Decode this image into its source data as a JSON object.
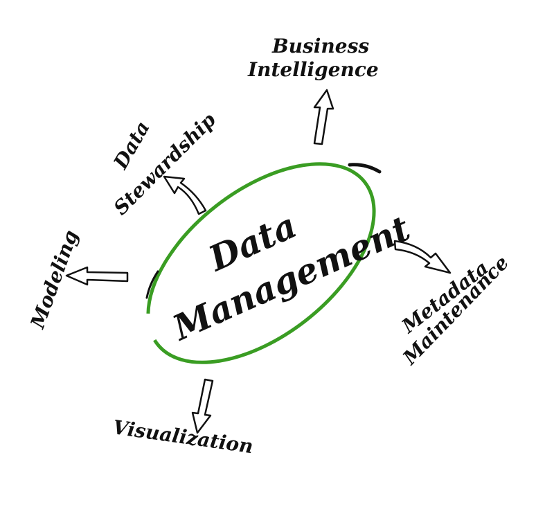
{
  "center": {
    "line1": "Data",
    "line2": "Management",
    "ring_color": "#3a9d23",
    "ring_gap_color": "#111111"
  },
  "topics": {
    "business_intelligence": {
      "line1": "Business",
      "line2": "Intelligence"
    },
    "data_stewardship": {
      "line1": "Data",
      "line2": "Stewardship"
    },
    "modeling": {
      "line1": "Modeling"
    },
    "metadata_maintenance": {
      "line1": "Metadata",
      "line2": "Maintenance"
    },
    "visualization": {
      "line1": "Visualization"
    }
  },
  "icons": {
    "arrow_bi": "arrow-up-icon",
    "arrow_stewardship": "curved-arrow-up-left-icon",
    "arrow_modeling": "arrow-left-icon",
    "arrow_metadata": "curved-arrow-down-right-icon",
    "arrow_visualization": "arrow-down-icon"
  }
}
